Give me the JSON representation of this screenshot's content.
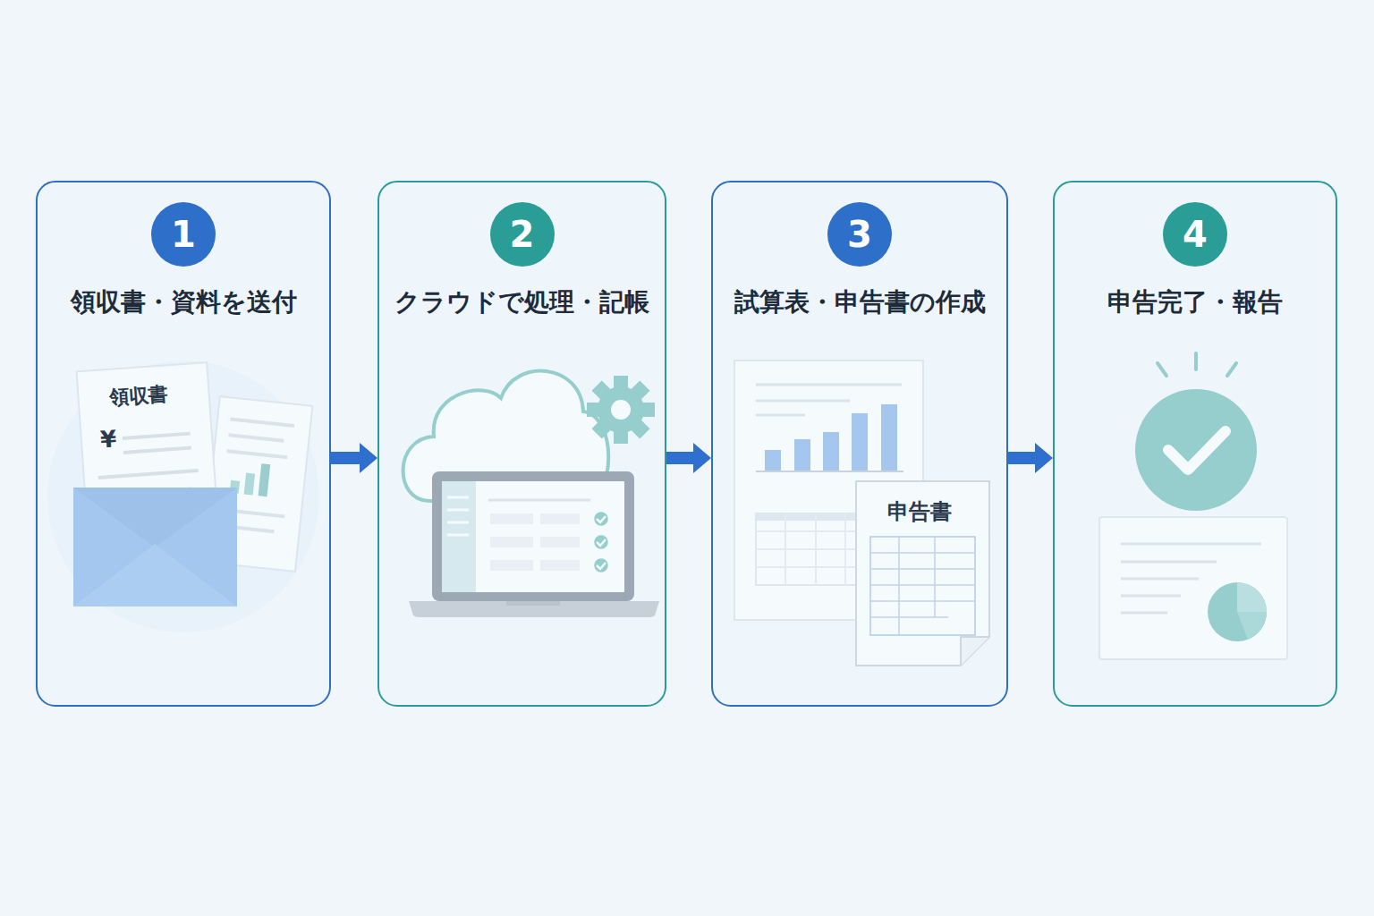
{
  "diagram": {
    "nodes": [
      {
        "text": [
          "領収書・資料を送付"
        ]
      },
      {
        "text": [
          "1"
        ],
        "in": 0
      },
      {
        "text": [
          "クラウドで処理・記帳"
        ]
      },
      {
        "text": [
          "2"
        ],
        "in": 2
      },
      {
        "text": [
          "試算表・申告書の作成"
        ]
      },
      {
        "text": [
          "3"
        ],
        "in": 4
      },
      {
        "text": [
          "申告完了・報告"
        ]
      },
      {
        "text": [
          "4"
        ],
        "in": 6
      }
    ],
    "edges": [
      {
        "from": 0,
        "to": 2,
        "arrow": "to"
      },
      {
        "from": 2,
        "to": 4,
        "arrow": "to"
      },
      {
        "from": 4,
        "to": 6,
        "arrow": "to"
      }
    ],
    "labels": [
      "領収書",
      "¥",
      "申告書"
    ]
  }
}
